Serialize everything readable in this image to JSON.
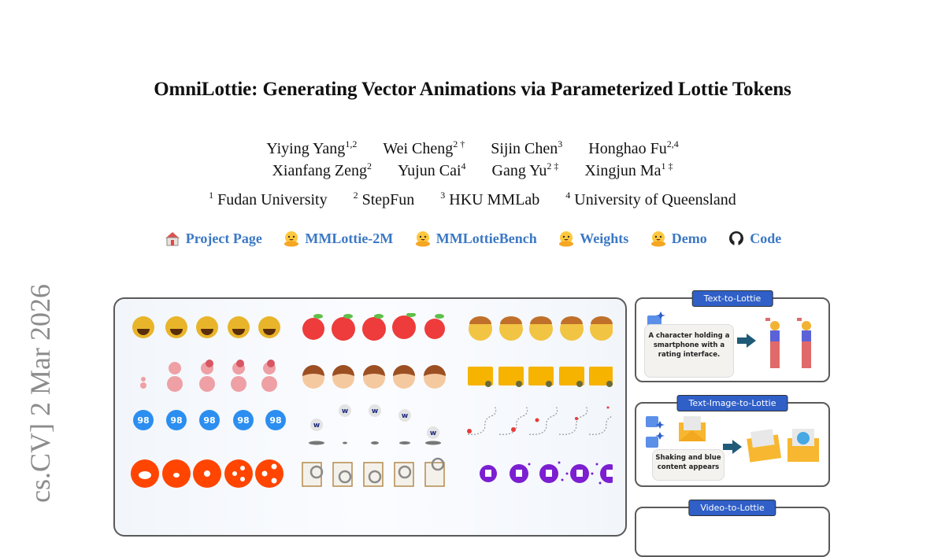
{
  "paper": {
    "title": "OmniLottie: Generating Vector Animations via Parameterized Lottie Tokens",
    "authors_row1": [
      {
        "name": "Yiying Yang",
        "sup": "1,2"
      },
      {
        "name": "Wei Cheng",
        "sup": "2 †"
      },
      {
        "name": "Sijin Chen",
        "sup": "3"
      },
      {
        "name": "Honghao Fu",
        "sup": "2,4"
      }
    ],
    "authors_row2": [
      {
        "name": "Xianfang Zeng",
        "sup": "2"
      },
      {
        "name": "Yujun Cai",
        "sup": "4"
      },
      {
        "name": "Gang Yu",
        "sup": "2 ‡"
      },
      {
        "name": "Xingjun Ma",
        "sup": "1 ‡"
      }
    ],
    "affiliations": [
      {
        "sup": "1",
        "name": "Fudan University"
      },
      {
        "sup": "2",
        "name": "StepFun"
      },
      {
        "sup": "3",
        "name": "HKU MMLab"
      },
      {
        "sup": "4",
        "name": "University of Queensland"
      }
    ],
    "links": [
      {
        "label": "Project Page",
        "icon": "house-icon"
      },
      {
        "label": "MMLottie-2M",
        "icon": "hugging-face-icon"
      },
      {
        "label": "MMLottieBench",
        "icon": "hugging-face-icon"
      },
      {
        "label": "Weights",
        "icon": "hugging-face-icon"
      },
      {
        "label": "Demo",
        "icon": "hugging-face-icon"
      },
      {
        "label": "Code",
        "icon": "github-icon"
      }
    ],
    "link_color": "#3b78c4",
    "arxiv_stamp": "cs.CV]  2 Mar 2026"
  },
  "figure": {
    "gallery_rows": [
      [
        "grinning-face",
        "grinning-face",
        "grinning-face",
        "grinning-face",
        "grinning-face",
        "apple",
        "apple",
        "apple",
        "apple",
        "apple",
        "worried-man",
        "worried-man",
        "worried-man",
        "worried-man",
        "worried-man"
      ],
      [
        "pink-flower-8",
        "pink-flower-8",
        "pink-flower-8",
        "pink-flower-8",
        "pink-flower-8",
        "boy-face",
        "boy-face",
        "boy-face",
        "boy-face",
        "boy-face",
        "music-folder-search",
        "music-folder-search",
        "music-folder-search",
        "music-folder-search",
        "music-folder-search"
      ],
      [
        "badge-98",
        "badge-98",
        "badge-98",
        "badge-98",
        "badge-98",
        "bouncing-ball",
        "bouncing-ball",
        "bouncing-ball",
        "bouncing-ball",
        "bouncing-ball",
        "map-route-pin",
        "map-route-pin",
        "map-route-pin",
        "map-route-pin",
        "map-route-pin"
      ],
      [
        "reddit-share",
        "reddit-share",
        "reddit-share",
        "reddit-share",
        "reddit-share",
        "clipboard-search",
        "clipboard-search",
        "clipboard-search",
        "clipboard-search",
        "clipboard-search",
        "twitch-burst",
        "twitch-burst",
        "twitch-burst",
        "twitch-burst",
        "twitch-burst"
      ]
    ],
    "badge_number": "98",
    "panels": [
      {
        "tag": "Text-to-Lottie",
        "prompt": "A character holding a smartphone with a rating interface."
      },
      {
        "tag": "Text-Image-to-Lottie",
        "prompt": "Shaking and blue content appears"
      },
      {
        "tag": "Video-to-Lottie"
      }
    ],
    "tag_color": "#2f5fc7"
  }
}
